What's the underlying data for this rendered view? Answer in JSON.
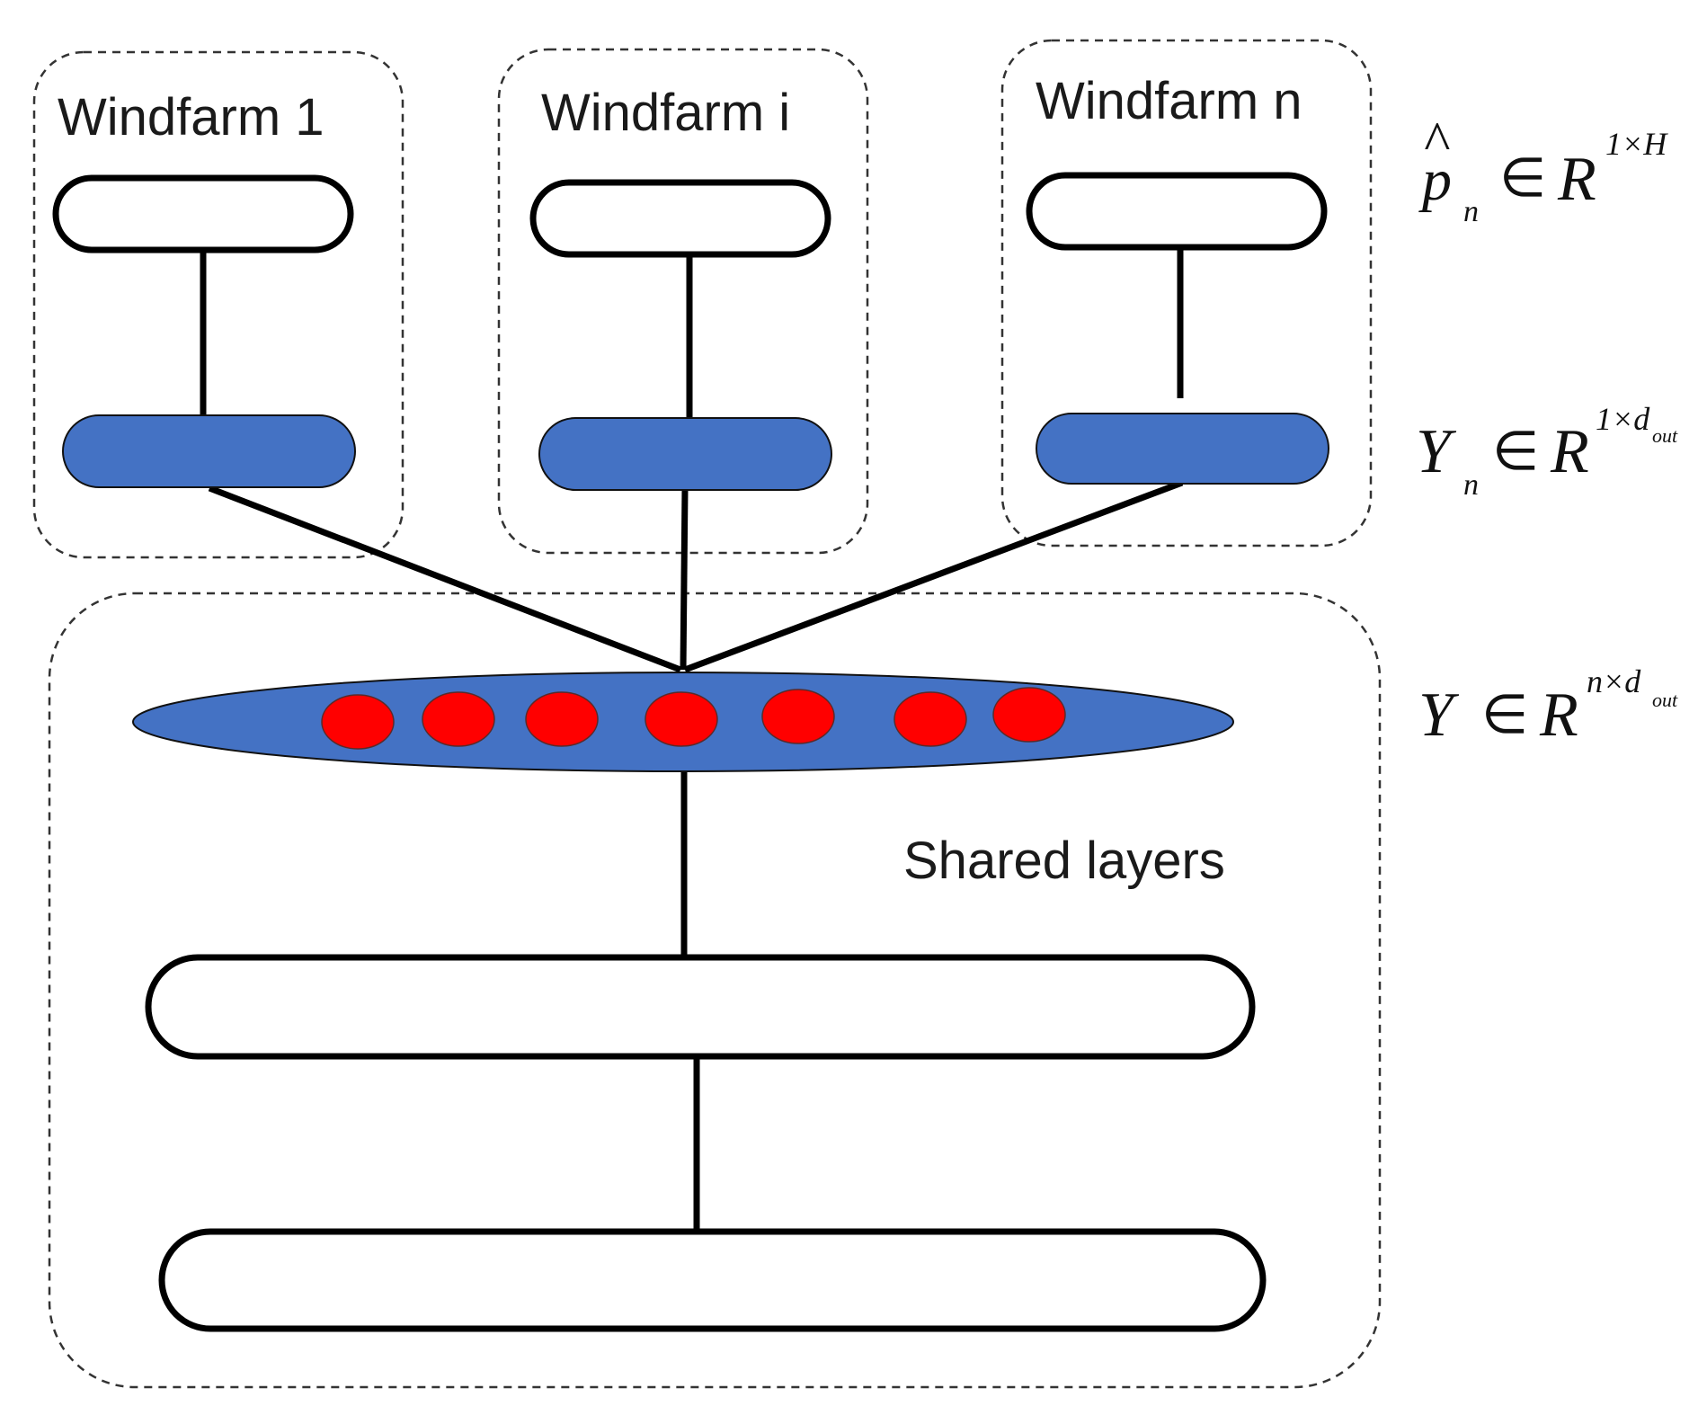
{
  "colors": {
    "background": "#ffffff",
    "stroke": "#000000",
    "embedding_fill": "#4472c4",
    "node_fill": "#ff0000",
    "dashed": "#333333"
  },
  "groups": [
    {
      "label": "Windfarm 1"
    },
    {
      "label": "Windfarm i"
    },
    {
      "label": "Windfarm n"
    }
  ],
  "shared": {
    "label": "Shared layers",
    "node_count": 7
  },
  "equations": {
    "output": {
      "main": "p",
      "hat": "^",
      "sub": "n",
      "rel": "∈",
      "set": "R",
      "sup": "1×H"
    },
    "per_farm": {
      "main": "Y",
      "sub": "n",
      "rel": "∈",
      "set": "R",
      "sup_pre": "1×d",
      "sup_sub": "out"
    },
    "shared": {
      "main": "Y",
      "rel": "∈",
      "set": "R",
      "sup_pre": "n×d",
      "sup_sub": "out"
    }
  }
}
